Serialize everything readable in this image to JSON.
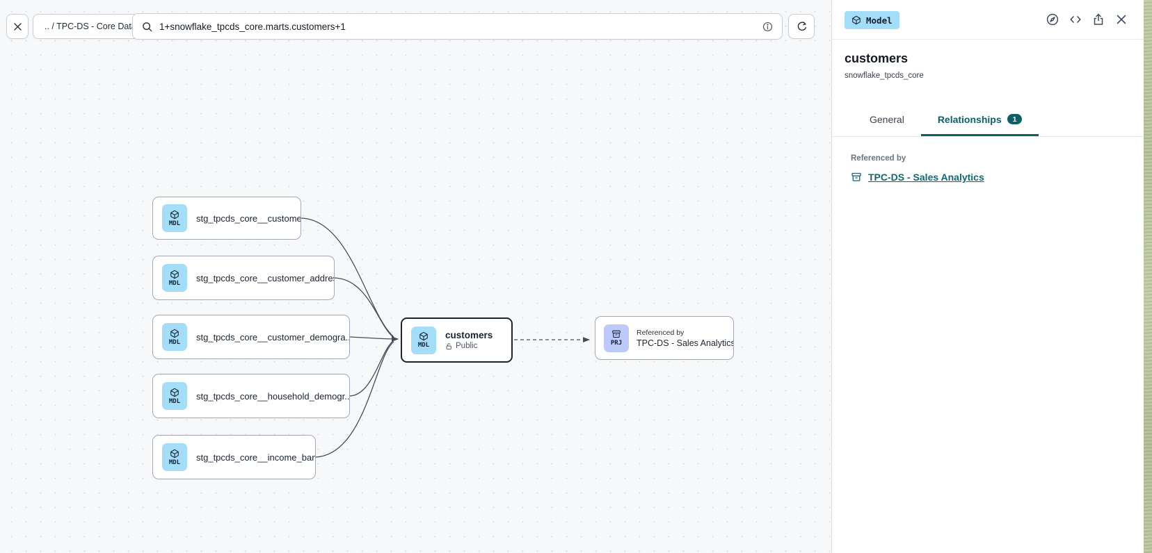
{
  "toolbar": {
    "breadcrumb": ".. / TPC-DS - Core Data Models",
    "search_value": "1+snowflake_tpcds_core.marts.customers+1"
  },
  "canvas": {
    "nodes": [
      {
        "badge": "MDL",
        "label": "stg_tpcds_core__customer"
      },
      {
        "badge": "MDL",
        "label": "stg_tpcds_core__customer_address"
      },
      {
        "badge": "MDL",
        "label": "stg_tpcds_core__customer_demogra..."
      },
      {
        "badge": "MDL",
        "label": "stg_tpcds_core__household_demogr..."
      },
      {
        "badge": "MDL",
        "label": "stg_tpcds_core__income_band"
      }
    ],
    "selected": {
      "badge": "MDL",
      "title": "customers",
      "access": "Public"
    },
    "project": {
      "badge": "PRJ",
      "kicker": "Referenced by",
      "title": "TPC-DS - Sales Analytics"
    },
    "edges": {
      "solid_to": "customers",
      "dashed_from": "customers",
      "dashed_to": "TPC-DS - Sales Analytics"
    }
  },
  "panel": {
    "type_badge": "Model",
    "title": "customers",
    "subtitle": "snowflake_tpcds_core",
    "tabs": [
      {
        "label": "General"
      },
      {
        "label": "Relationships",
        "badge": "1"
      }
    ],
    "referenced_by_label": "Referenced by",
    "reference_link": "TPC-DS - Sales Analytics"
  },
  "colors": {
    "accent_teal": "#0e6066",
    "link_teal": "#0e6a70",
    "model_badge_blue": "#a3ddf8",
    "project_badge_purple": "#bdc9f9",
    "canvas_bg": "#f7f8fa",
    "node_border": "#a2a8b3",
    "selected_border": "#1c2430"
  }
}
